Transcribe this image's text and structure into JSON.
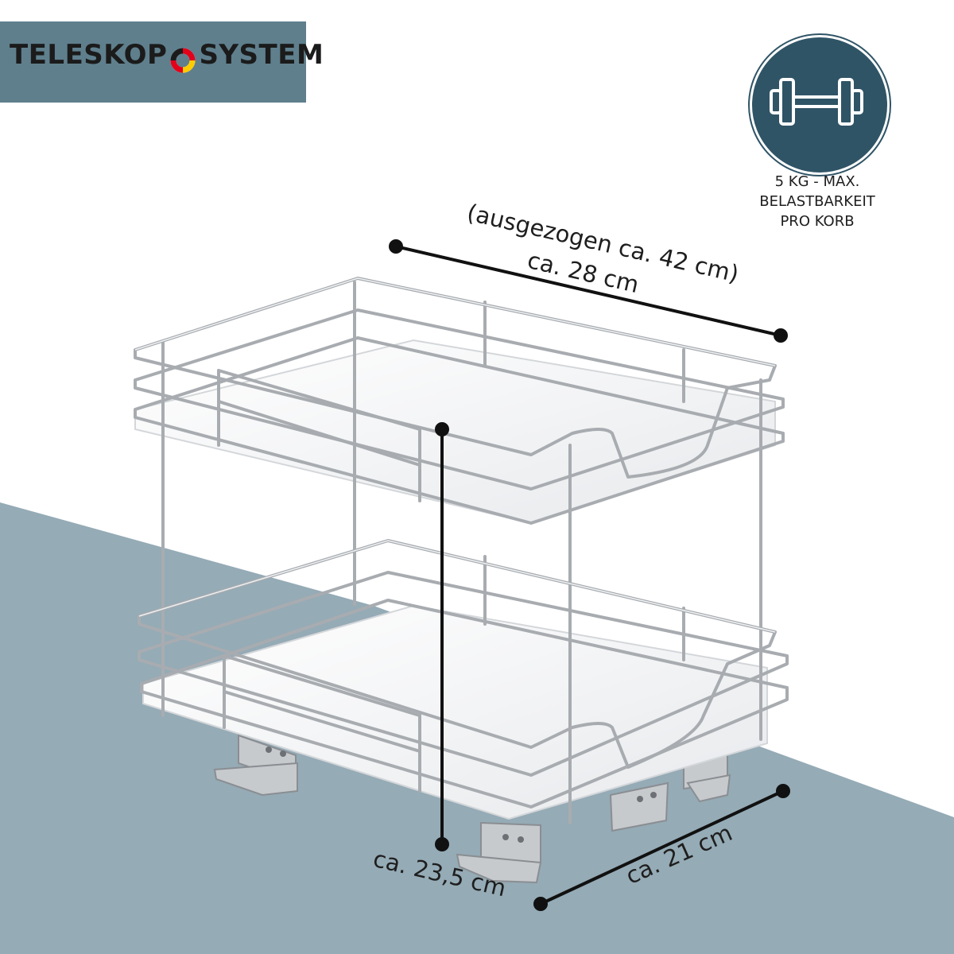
{
  "brand": {
    "name_left": "TELESKOP",
    "name_right": "SYSTEM",
    "logo_colors": [
      "#e2001a",
      "#ffcc00",
      "#1b1b1b",
      "#ffffff"
    ]
  },
  "badge": {
    "icon": "dumbbell-icon",
    "line1": "5 KG - MAX.",
    "line2": "BELASTBARKEIT",
    "line3": "PRO KORB"
  },
  "dimensions": {
    "extended": "(ausgezogen ca. 42 cm)",
    "depth": "ca. 28 cm",
    "height": "ca. 23,5 cm",
    "width": "ca. 21 cm"
  },
  "colors": {
    "floor": "#95abb6",
    "brand_bar": "#5f7f8d",
    "badge": "#2f5466",
    "chrome": "#b9bcc0",
    "tray": "#f2f3f5",
    "dimension_line": "#111111"
  }
}
